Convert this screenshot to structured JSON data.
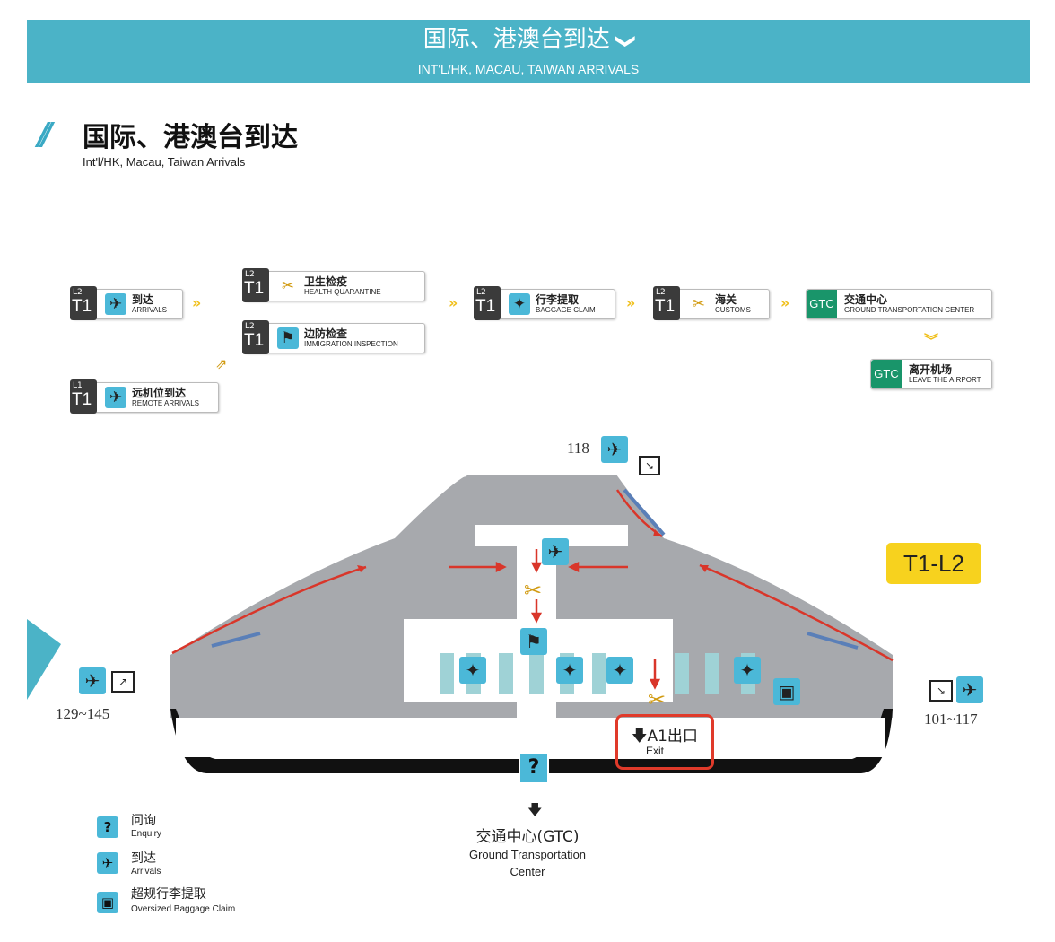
{
  "header": {
    "title_cn": "国际、港澳台到达",
    "title_en": "INT'L/HK, MACAU, TAIWAN ARRIVALS",
    "chevron": "❯"
  },
  "page": {
    "title_cn": "国际、港澳台到达",
    "title_en": "Int'l/HK, Macau, Taiwan Arrivals",
    "slashes": "//"
  },
  "flow": {
    "arrivals": {
      "level": "L2",
      "terminal": "T1",
      "cn": "到达",
      "en": "ARRIVALS",
      "icon": "arrival-plane-icon"
    },
    "health": {
      "level": "L2",
      "terminal": "T1",
      "cn": "卫生检疫",
      "en": "HEALTH QUARANTINE",
      "icon": "quarantine-icon"
    },
    "immigration": {
      "level": "L2",
      "terminal": "T1",
      "cn": "边防检查",
      "en": "IMMIGRATION INSPECTION",
      "icon": "immigration-icon"
    },
    "remote": {
      "level": "L1",
      "terminal": "T1",
      "cn": "远机位到达",
      "en": "REMOTE ARRIVALS",
      "icon": "arrival-plane-icon"
    },
    "baggage": {
      "level": "L2",
      "terminal": "T1",
      "cn": "行李提取",
      "en": "BAGGAGE CLAIM",
      "icon": "baggage-icon"
    },
    "customs": {
      "level": "L2",
      "terminal": "T1",
      "cn": "海关",
      "en": "CUSTOMS",
      "icon": "customs-icon"
    },
    "gtc": {
      "badge": "GTC",
      "cn": "交通中心",
      "en": "GROUND TRANSPORTATION CENTER"
    },
    "leave": {
      "badge": "GTC",
      "cn": "离开机场",
      "en": "LEAVE THE AIRPORT"
    },
    "arrow": "»",
    "down_arrow": "︾"
  },
  "map": {
    "level_badge": "T1-L2",
    "gate_top": "118",
    "gate_left": "129~145",
    "gate_right": "101~117",
    "exit_label": "A1出口",
    "exit_arrow": "🡇",
    "exit_en": "Exit",
    "enquiry_symbol": "?",
    "gtc_cn": "交通中心(GTC)",
    "gtc_en": "Ground Transportation Center",
    "colors": {
      "floor": "#a7a9ad",
      "accent": "#4bb8d8",
      "route": "#d9362a",
      "exit_highlight": "#e03a2a",
      "badge": "#f7d21e"
    }
  },
  "legend": [
    {
      "icon": "?",
      "cn": "问询",
      "en": "Enquiry"
    },
    {
      "icon": "arrival-plane-icon",
      "cn": "到达",
      "en": "Arrivals"
    },
    {
      "icon": "oversized-baggage-icon",
      "cn": "超规行李提取",
      "en": "Oversized Baggage Claim"
    }
  ]
}
